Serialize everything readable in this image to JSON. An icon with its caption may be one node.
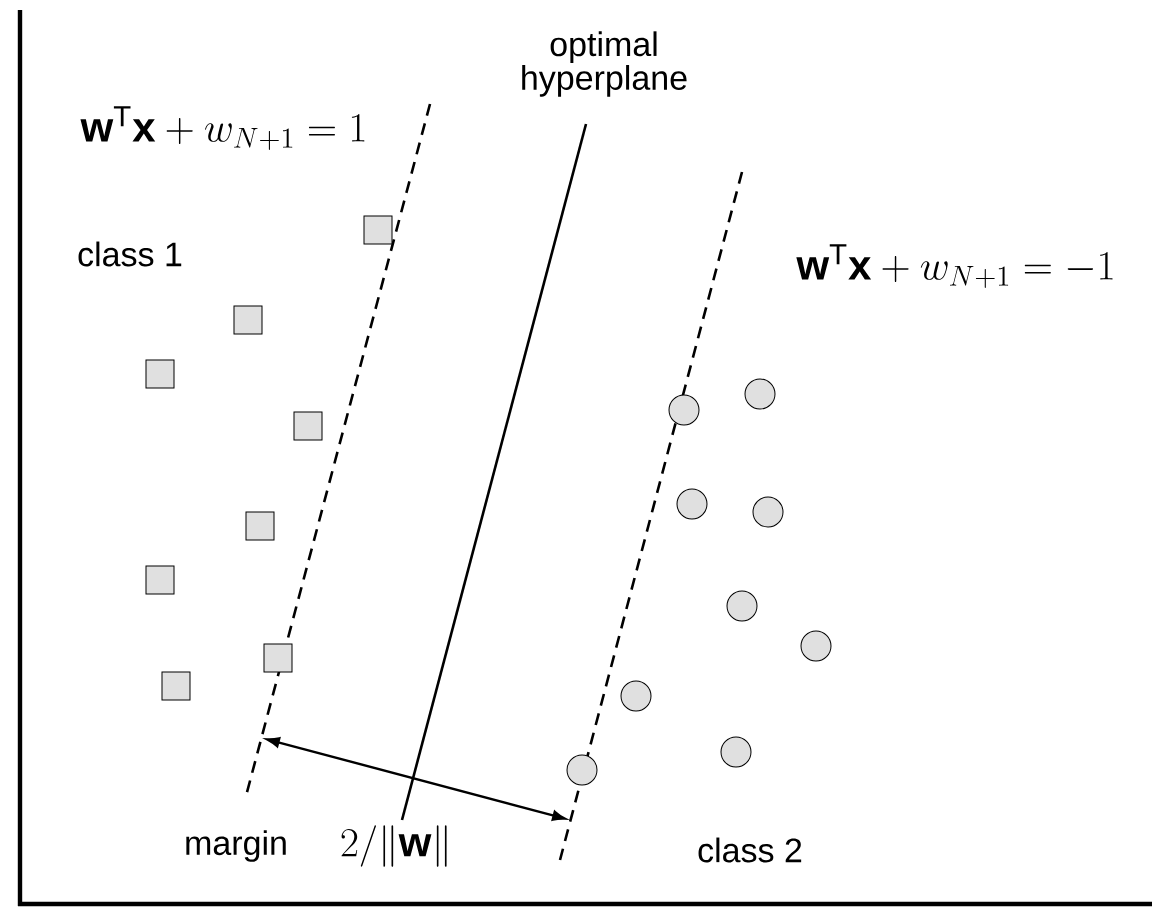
{
  "diagram": {
    "labels": [
      "\\mathbf{w}^{\\mathrm{T}}\\mathbf{x}+w_{N+1}=1",
      "optimal hyperplane",
      "class 1",
      "\\mathbf{w}^{\\mathrm{T}}\\mathbf{x}+w_{N+1}=-1",
      "margin",
      "2/\\|\\mathbf{w}\\|",
      "class 2"
    ]
  }
}
